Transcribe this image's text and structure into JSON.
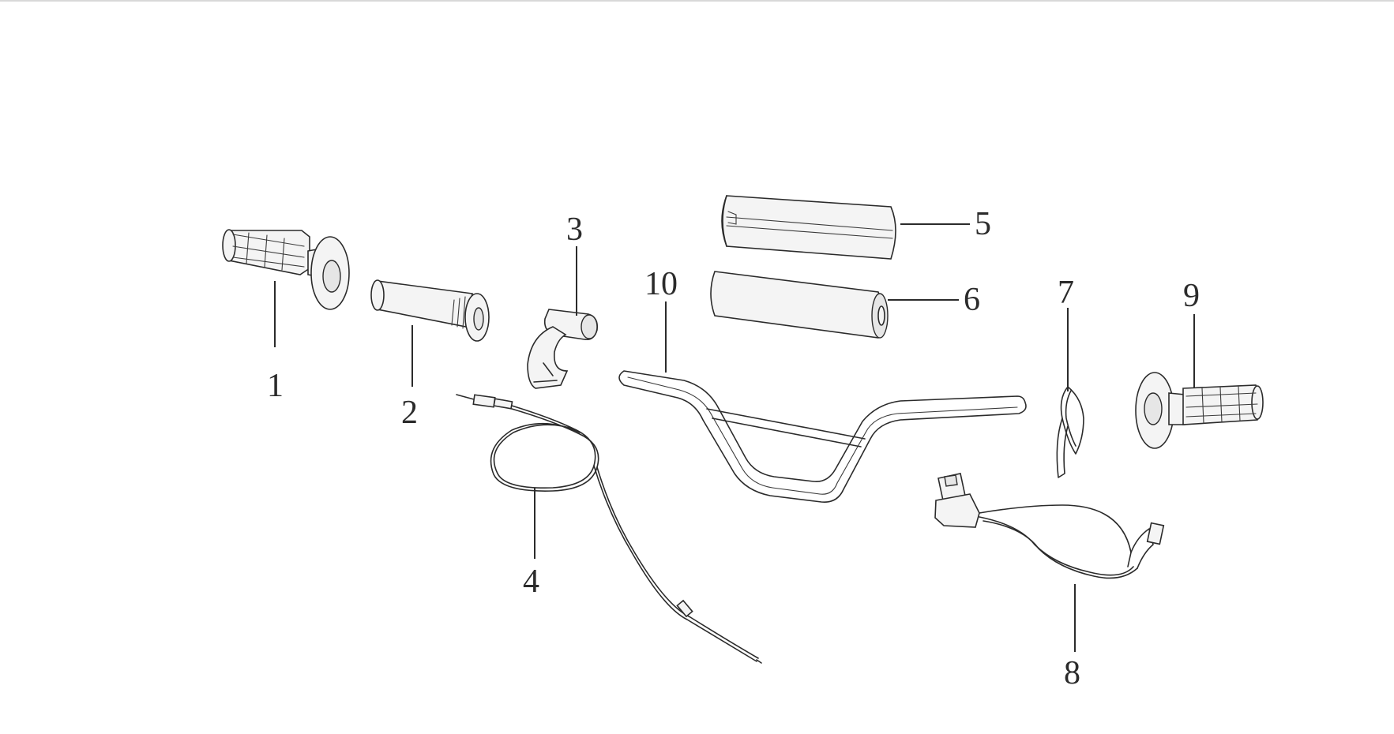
{
  "callouts": [
    {
      "id": "1",
      "label": "1"
    },
    {
      "id": "2",
      "label": "2"
    },
    {
      "id": "3",
      "label": "3"
    },
    {
      "id": "4",
      "label": "4"
    },
    {
      "id": "5",
      "label": "5"
    },
    {
      "id": "6",
      "label": "6"
    },
    {
      "id": "7",
      "label": "7"
    },
    {
      "id": "8",
      "label": "8"
    },
    {
      "id": "9",
      "label": "9"
    },
    {
      "id": "10",
      "label": "10"
    }
  ],
  "colors": {
    "ink": "#2b2b2b",
    "background": "#ffffff"
  }
}
